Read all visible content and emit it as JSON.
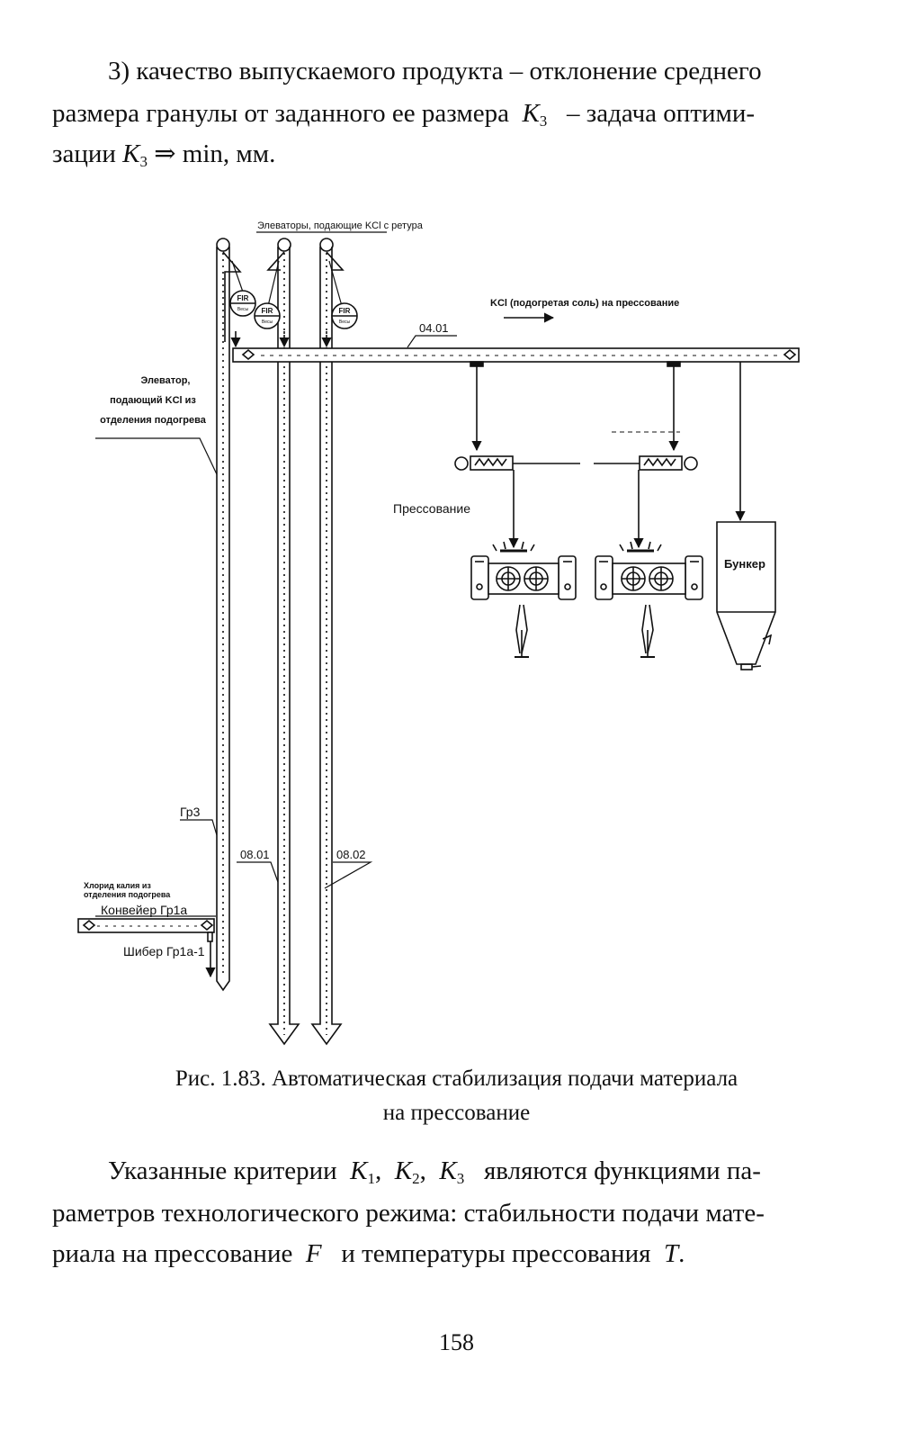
{
  "text_top": {
    "line1": "3) качество выпускаемого продукта – отклонение среднего",
    "line2_a": "размера гранулы от заданного ее размера",
    "line2_var": "K",
    "line2_sub": "3",
    "line2_b": "– задача оптими-",
    "line3_a": "зации",
    "line3_var": "K",
    "line3_sub": "3",
    "line3_b": "⇒ min, мм."
  },
  "diagram": {
    "label_elevators_retour": "Элеваторы, подающие KCl с ретура",
    "label_kcl_pressing": "KCl (подогретая соль) на прессование",
    "label_conveyor_0401": "04.01",
    "label_elevator_heating_1": "Элеватор,",
    "label_elevator_heating_2": "подающий KCl из",
    "label_elevator_heating_3": "отделения подогрева",
    "label_pressing": "Прессование",
    "label_bunker": "Бункер",
    "label_gr3": "Гр3",
    "label_0801": "08.01",
    "label_0802": "08.02",
    "label_chloride_1": "Хлорид калия из",
    "label_chloride_2": "отделения подогрева",
    "label_conveyor_gr1a": "Конвейер Гр1а",
    "label_shiber": "Шибер Гр1а-1",
    "fir_label": "FIR",
    "scale_label": "Весы"
  },
  "caption": {
    "line1": "Рис. 1.83. Автоматическая стабилизация подачи материала",
    "line2": "на прессование"
  },
  "text_bottom": {
    "l1_a": "Указанные критерии",
    "k1": "K",
    "k1_sub": "1",
    "k2": "K",
    "k2_sub": "2",
    "k3": "K",
    "k3_sub": "3",
    "l1_b": "являются функциями па-",
    "line2": "раметров технологического режима: стабильности подачи мате-",
    "l3_a": "риала на прессование",
    "var_F": "F",
    "l3_b": "и температуры прессования",
    "var_T": "T",
    "l3_end": "."
  },
  "page_number": "158"
}
